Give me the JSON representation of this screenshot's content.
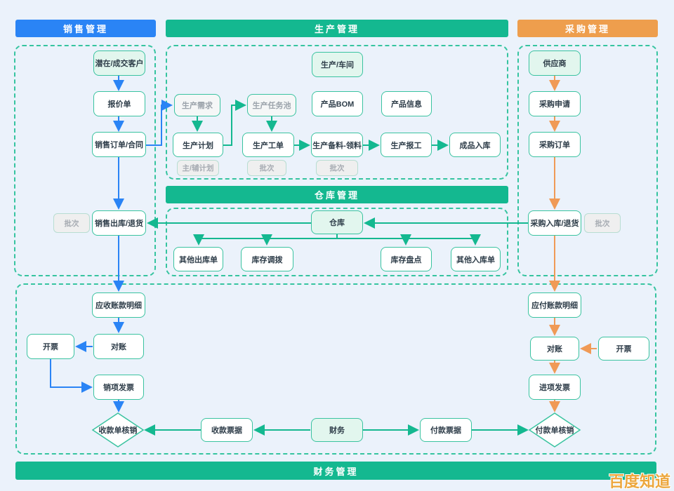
{
  "headers": {
    "sales": "销售管理",
    "production": "生产管理",
    "procurement": "采购管理",
    "warehouse": "仓库管理",
    "finance": "财务管理"
  },
  "nodes": {
    "sales_customer": "潜在/成交客户",
    "quotation": "报价单",
    "sales_order": "销售订单/合同",
    "sales_batch": "批次",
    "sales_outbound": "销售出库/退货",
    "receivable_detail": "应收账款明细",
    "receivable_invoice": "开票",
    "receivable_reconcile": "对账",
    "sales_invoice": "销项发票",
    "receipt_writeoff": "收款单核销",
    "workshop": "生产/车间",
    "production_demand": "生产需求",
    "task_pool": "生产任务池",
    "product_bom": "产品BOM",
    "product_info": "产品信息",
    "production_plan": "生产计划",
    "plan_tag": "主/辅计划",
    "work_order": "生产工单",
    "work_order_batch": "批次",
    "material_prep": "生产备料-领料",
    "material_batch": "批次",
    "production_report": "生产报工",
    "finished_inbound": "成品入库",
    "warehouse": "仓库",
    "other_outbound": "其他出库单",
    "stock_transfer": "库存调拨",
    "stock_check": "库存盘点",
    "other_inbound": "其他入库单",
    "supplier": "供应商",
    "purchase_request": "采购申请",
    "purchase_order": "采购订单",
    "purchase_inbound": "采购入库/退货",
    "purchase_batch": "批次",
    "payable_detail": "应付账款明细",
    "payable_reconcile": "对账",
    "payable_invoice": "开票",
    "input_invoice": "进项发票",
    "payment_writeoff": "付款单核销",
    "receipt_note": "收款票据",
    "finance_center": "财务",
    "payment_note": "付款票据"
  },
  "watermark": "百度知道",
  "colors": {
    "background": "#ebf2fb",
    "blue": "#2a84f5",
    "green": "#14b890",
    "orange_header": "#ee9e4d",
    "orange_arrow": "#f09a56",
    "box_border": "#3ac3a0",
    "mint_fill": "#e2f6ee"
  }
}
